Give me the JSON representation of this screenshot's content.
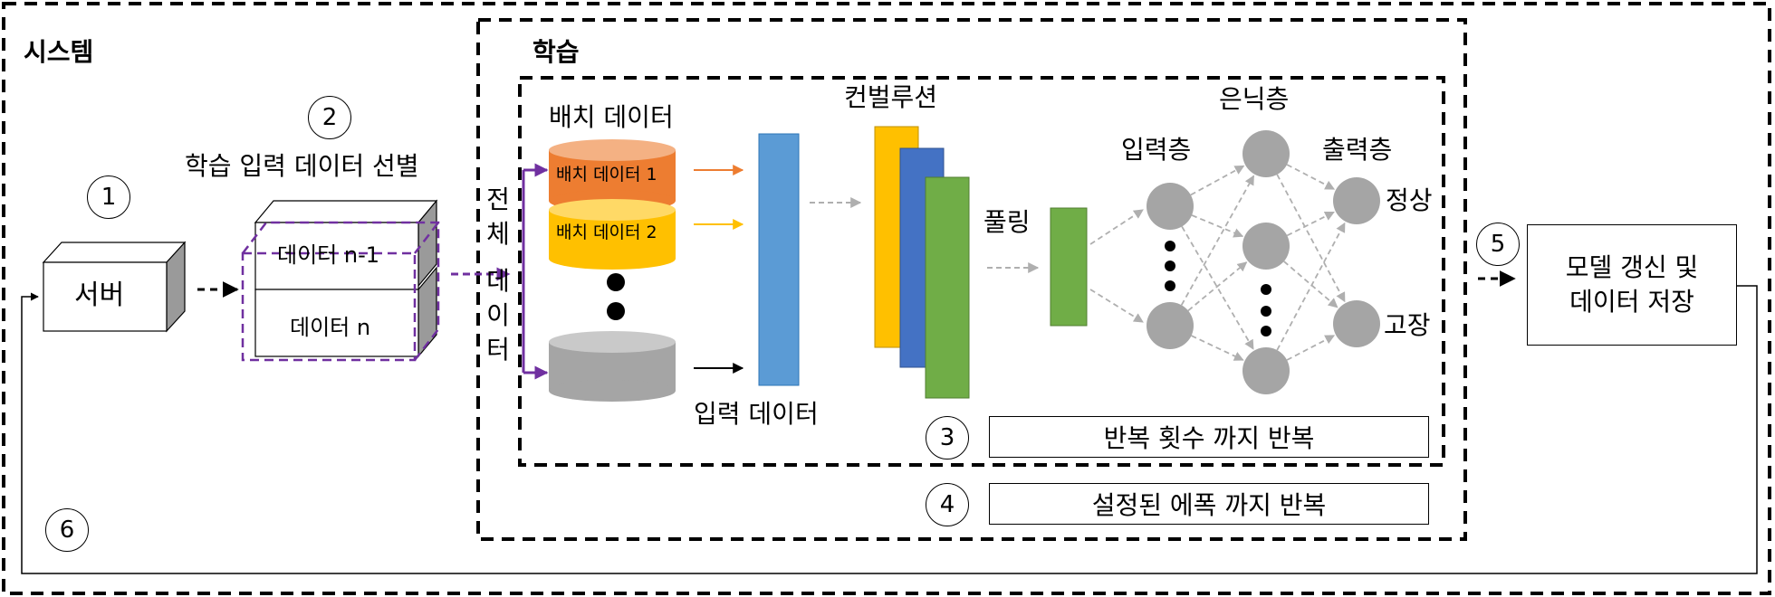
{
  "labels": {
    "system": "시스템",
    "training": "학습",
    "server": "서버",
    "step1": "1",
    "step2": "2",
    "step3": "3",
    "step4": "4",
    "step5": "5",
    "step6": "6",
    "select_input": "학습 입력 데이터 선별",
    "data_n1": "데이터 n-1",
    "data_n": "데이터 n",
    "full_data_v": [
      "전",
      "체",
      "데",
      "이",
      "터"
    ],
    "batch_data_title": "배치 데이터",
    "batch1": "배치 데이터 1",
    "batch2": "배치 데이터 2",
    "input_data": "입력 데이터",
    "convolution": "컨벌루션",
    "pooling": "풀링",
    "hidden_layer": "은닉층",
    "input_layer": "입력층",
    "output_layer": "출력층",
    "normal": "정상",
    "fault": "고장",
    "repeat_iter": "반복 횟수 까지 반복",
    "repeat_epoch": "설정된 에폭 까지 반복",
    "update_line1": "모델 갱신 및",
    "update_line2": "데이터 저장"
  },
  "colors": {
    "batch1": "#ED7D31",
    "batch1_top": "#F4B183",
    "batch2": "#FFC000",
    "batch2_top": "#FFD966",
    "batch_gray": "#A5A5A5",
    "batch_gray_top": "#C9C9C9",
    "conv_blue": "#5B9BD5",
    "conv_yellow": "#FFC000",
    "conv_darkblue": "#4472C4",
    "conv_green": "#70AD47",
    "pool_green": "#70AD47",
    "node_gray": "#A5A5A5",
    "select_purple": "#7030A0",
    "arrow_gray": "#AFAFAF"
  }
}
